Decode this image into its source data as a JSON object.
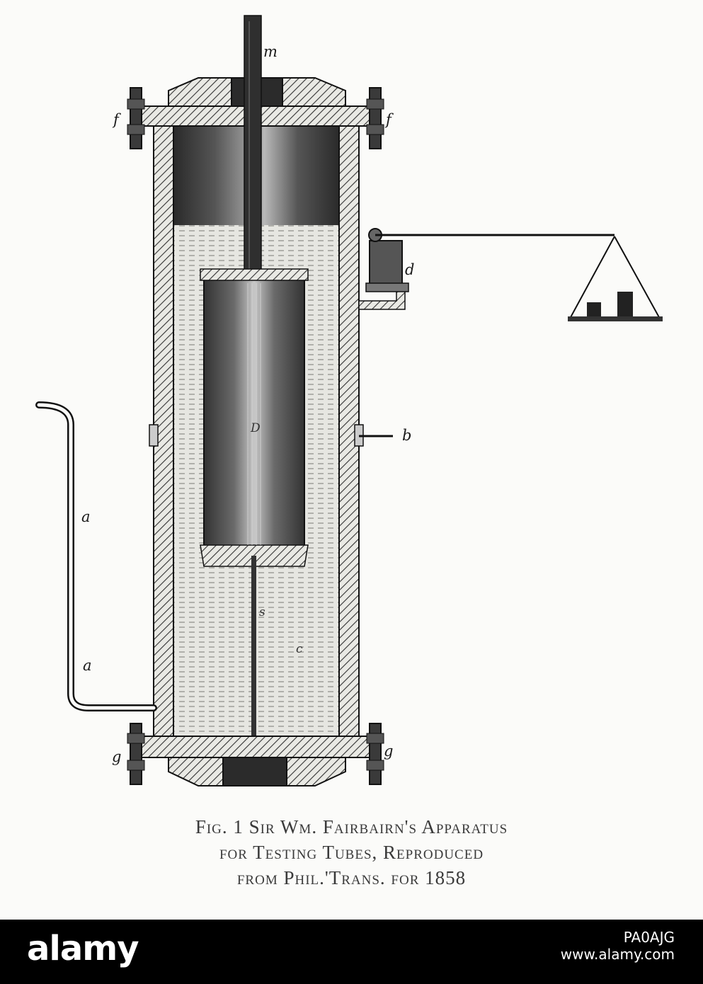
{
  "labels": {
    "m": "m",
    "f_left": "f",
    "f_right": "f",
    "d": "d",
    "b": "b",
    "D": "D",
    "a_upper": "a",
    "a_lower": "a",
    "s": "s",
    "c": "c",
    "g_left": "g",
    "g_right": "g"
  },
  "caption": {
    "line1": "Fig. 1  Sir Wm. Fairbairn's Apparatus",
    "line2": "for Testing Tubes, Reproduced",
    "line3": "from Phil.'Trans. for 1858"
  },
  "watermark": {
    "logo": "alamy",
    "image_id": "PA0AJG",
    "site": "www.alamy.com"
  },
  "colors": {
    "ink": "#1a1a1a",
    "water": "#d9d9d4",
    "paper": "#fbfbf9",
    "bar": "#000000"
  }
}
